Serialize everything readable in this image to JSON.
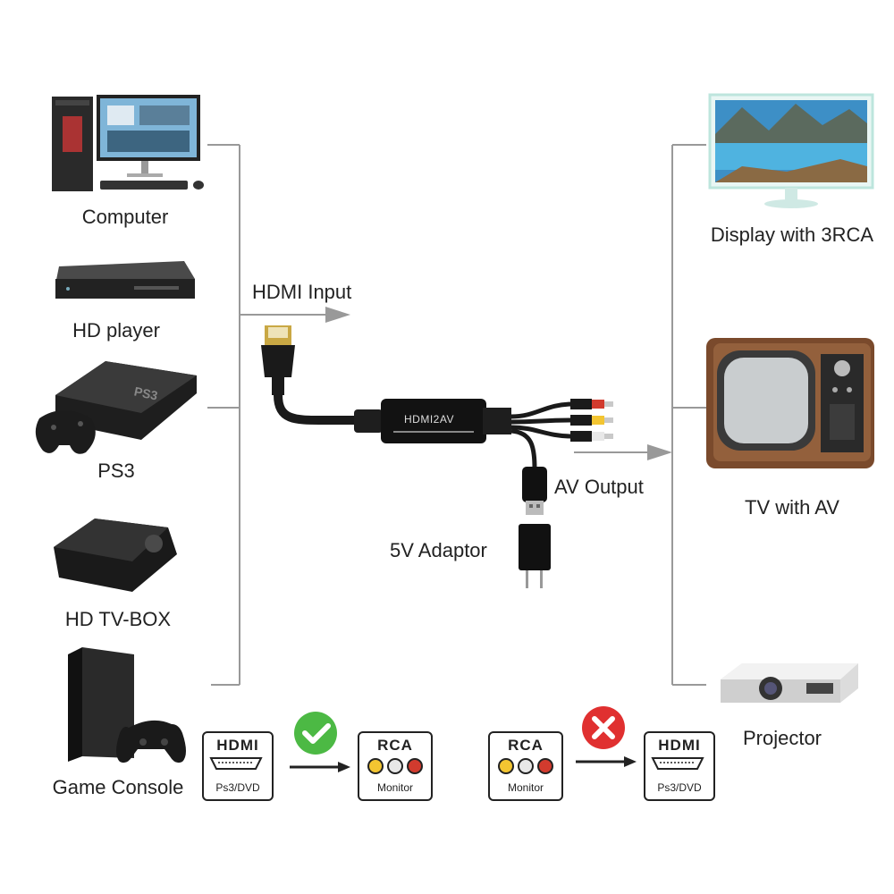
{
  "sources": [
    {
      "id": "computer",
      "label": "Computer"
    },
    {
      "id": "hd-player",
      "label": "HD player"
    },
    {
      "id": "ps3",
      "label": "PS3"
    },
    {
      "id": "hd-tv-box",
      "label": "HD TV-BOX"
    },
    {
      "id": "game-console",
      "label": "Game Console"
    }
  ],
  "outputs": [
    {
      "id": "display-3rca",
      "label": "Display with 3RCA"
    },
    {
      "id": "tv-av",
      "label": "TV with AV"
    },
    {
      "id": "projector",
      "label": "Projector"
    }
  ],
  "flow": {
    "hdmi_input": "HDMI Input",
    "av_output": "AV Output",
    "adaptor": "5V Adaptor",
    "converter_label": "HDMI2AV",
    "ps3_logo": "PS3"
  },
  "compat": {
    "valid": {
      "from_title": "HDMI",
      "from_sub": "Ps3/DVD",
      "to_title": "RCA",
      "to_sub": "Monitor",
      "status": "check-icon"
    },
    "invalid": {
      "from_title": "RCA",
      "from_sub": "Monitor",
      "to_title": "HDMI",
      "to_sub": "Ps3/DVD",
      "status": "cross-icon"
    }
  },
  "colors": {
    "check": "#4cb944",
    "cross": "#e03030",
    "rca_red": "#d23b2e",
    "rca_yellow": "#f3c531",
    "rca_white": "#e8e8e8"
  }
}
